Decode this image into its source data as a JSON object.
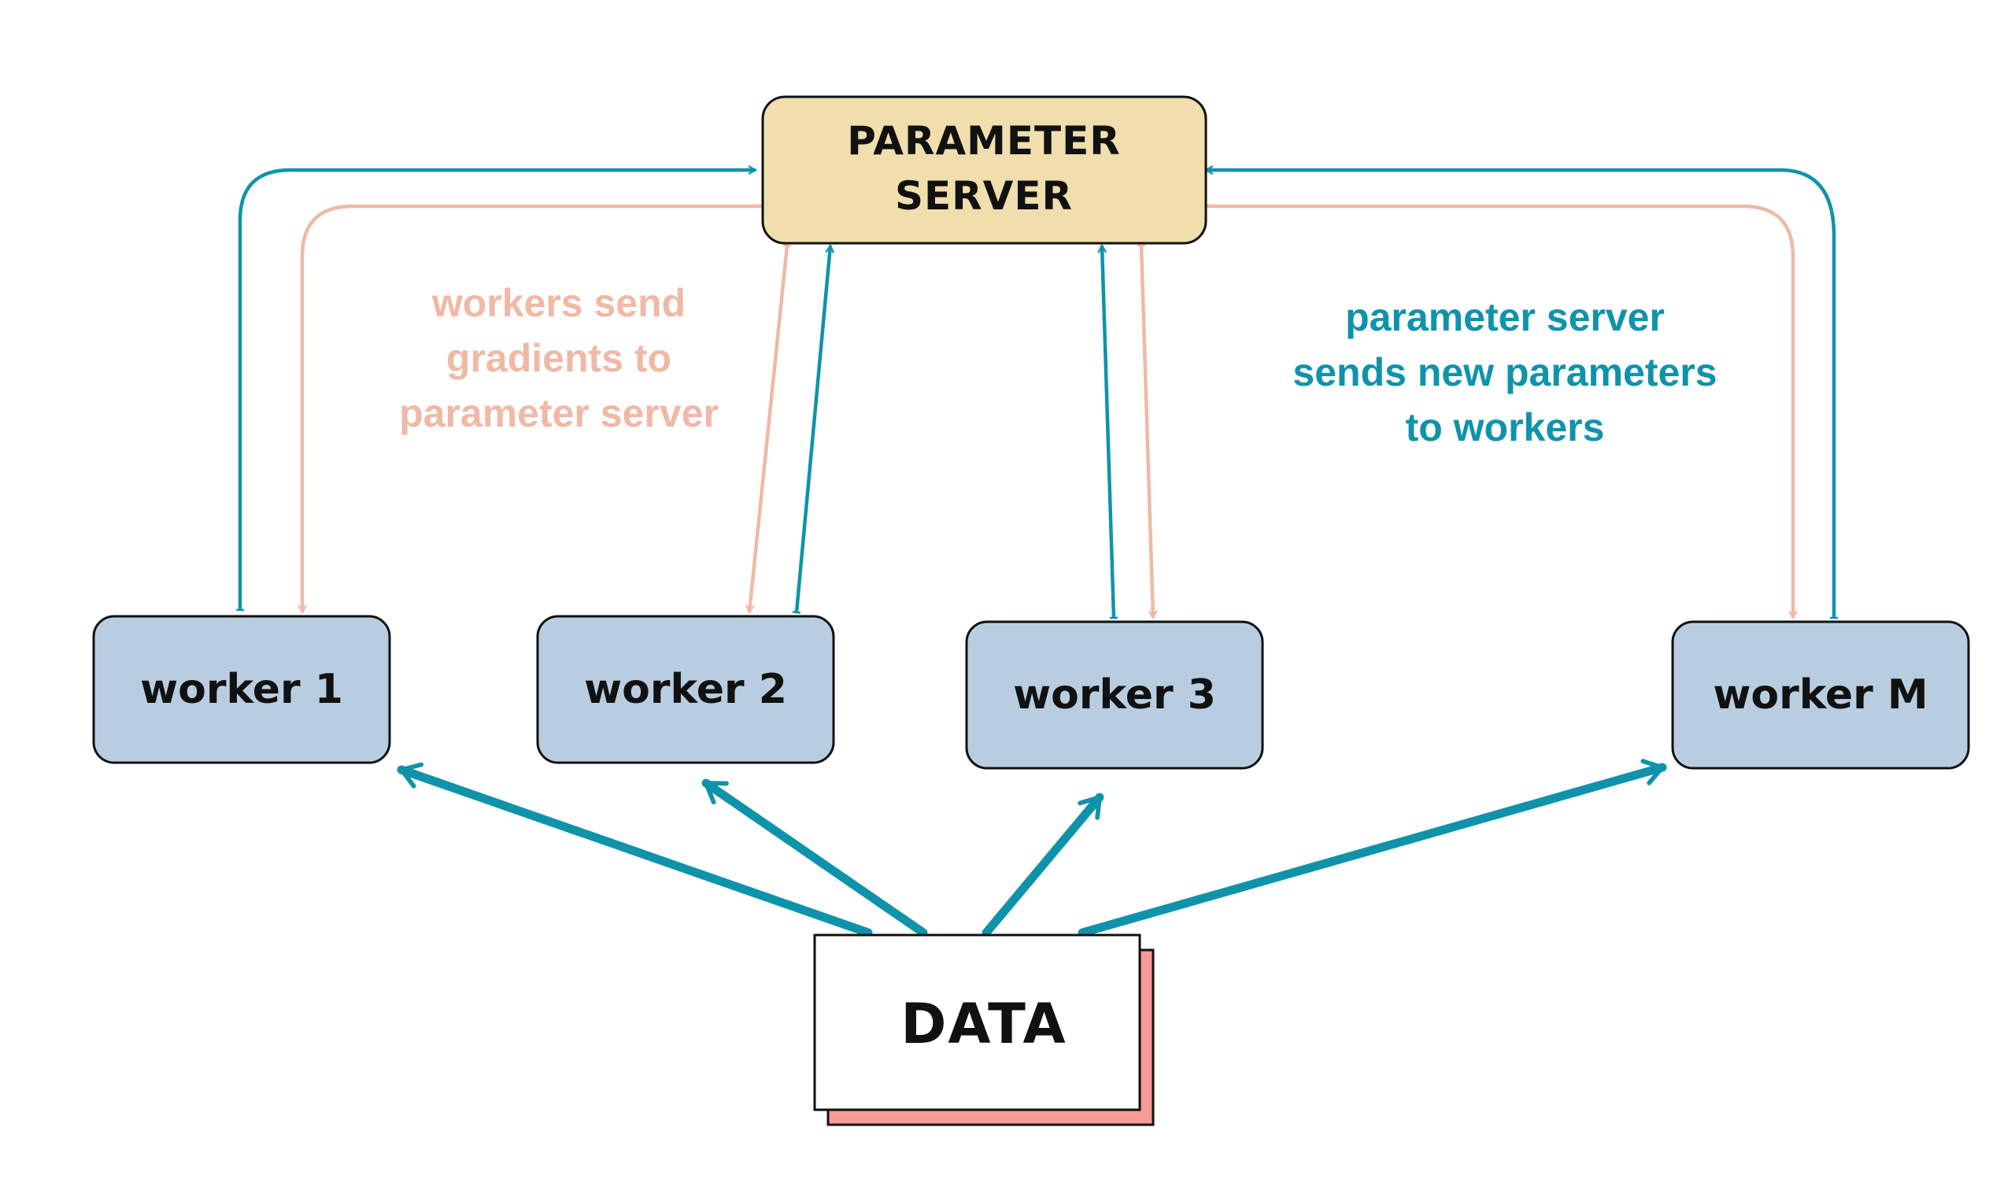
{
  "server": {
    "line1": "PARAMETER",
    "line2": "SERVER"
  },
  "workers": [
    {
      "label": "worker 1"
    },
    {
      "label": "worker 2"
    },
    {
      "label": "worker 3"
    },
    {
      "label": "worker M"
    }
  ],
  "data_node": {
    "label": "DATA"
  },
  "captions": {
    "gradients": [
      "workers send",
      "gradients to",
      "parameter server"
    ],
    "parameters": [
      "parameter server",
      "sends new parameters",
      "to workers"
    ]
  },
  "colors": {
    "server_fill": "#f0deac",
    "worker_fill": "#b8cee0",
    "data_shadow": "#f59a94",
    "parameters_arrow": "#0f93ab",
    "gradients_arrow": "#efb9a6",
    "stroke": "#111111"
  }
}
